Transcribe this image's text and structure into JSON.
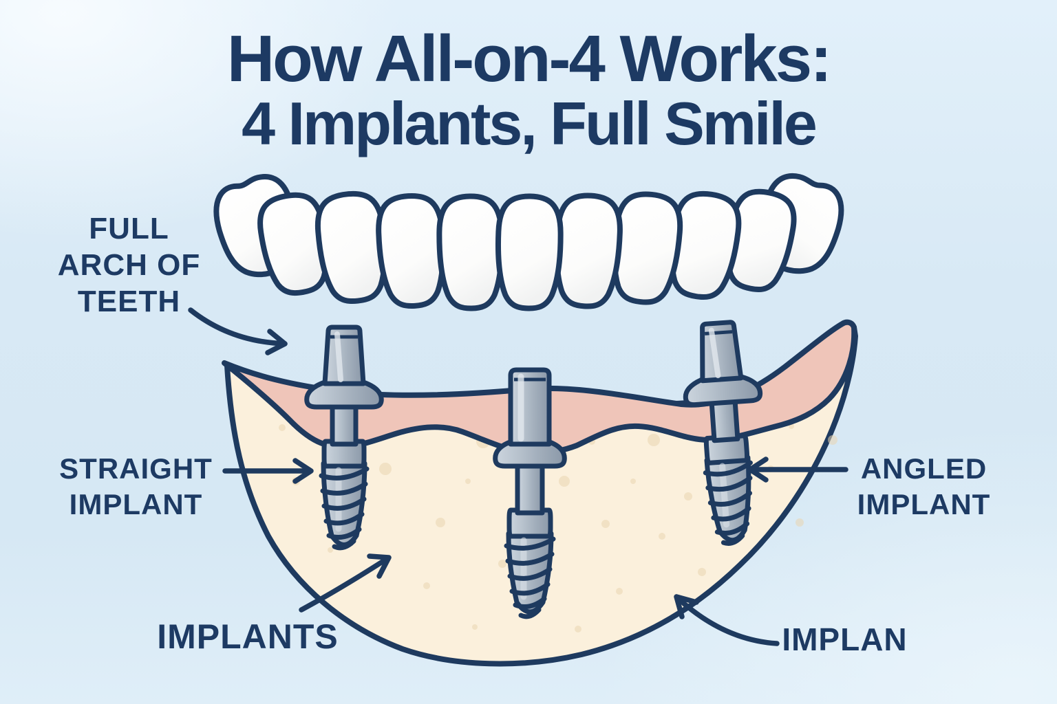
{
  "title": {
    "line1": "How All-on-4 Works:",
    "line2": "4 Implants, Full Smile"
  },
  "labels": {
    "full_arch": {
      "line1": "FULL",
      "line2": "ARCH OF",
      "line3": "TEETH"
    },
    "straight_implant": {
      "line1": "STRAIGHT",
      "line2": "IMPLANT"
    },
    "angled_implant": {
      "line1": "ANGLED",
      "line2": "IMPLANT"
    },
    "implants": "IMPLANTS",
    "implan": "IMPLAN"
  },
  "illustration": {
    "subject": "all-on-4 dental implant diagram",
    "teeth_count": 11,
    "implant_count_shown": 3,
    "parts": [
      "full-arch-of-teeth",
      "gum-tissue",
      "jawbone",
      "straight-implant",
      "middle-implant",
      "angled-implant"
    ]
  },
  "colors": {
    "background_blue": "#d8e9f5",
    "outline_navy": "#1e3a5f",
    "text_navy": "#1d3a63",
    "tooth_white": "#fdfdfc",
    "gum_pink": "#efc5b9",
    "bone_cream": "#fbf0dc",
    "bone_speckle": "#ead5b1",
    "implant_metal": "#a9b5c2"
  }
}
